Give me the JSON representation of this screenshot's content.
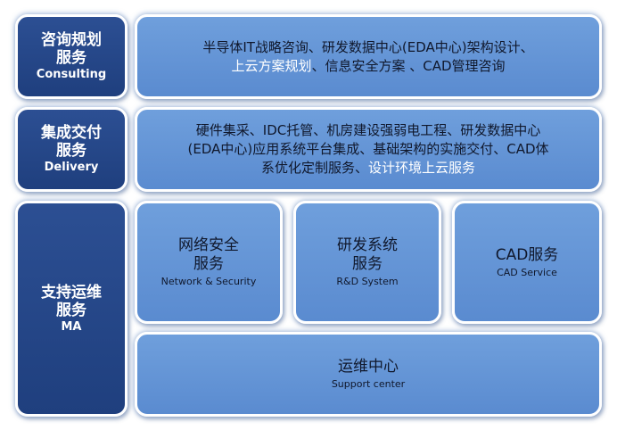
{
  "categories": [
    {
      "title_cn_line1": "咨询规划",
      "title_cn_line2": "服务",
      "title_en": "Consulting"
    },
    {
      "title_cn_line1": "集成交付",
      "title_cn_line2": "服务",
      "title_en": "Delivery"
    },
    {
      "title_cn_line1": "支持运维",
      "title_cn_line2": "服务",
      "title_en": "MA"
    }
  ],
  "consulting_desc": {
    "line1": "半导体IT战略咨询、研发数据中心(EDA中心)架构设计、",
    "line2_highlight": "上云方案规划",
    "line2_rest": "、信息安全方案 、CAD管理咨询"
  },
  "delivery_desc": {
    "line1": "硬件集采、IDC托管、机房建设强弱电工程、研发数据中心",
    "line2": "(EDA中心)应用系统平台集成、基础架构的实施交付、CAD体",
    "line3_main": "系优化定制服务、",
    "line3_highlight": "设计环境上云服务"
  },
  "services": [
    {
      "name_cn_line1": "网络安全",
      "name_cn_line2": "服务",
      "name_en": "Network & Security"
    },
    {
      "name_cn_line1": "研发系统",
      "name_cn_line2": "服务",
      "name_en": "R&D System"
    },
    {
      "name_cn_line1": "CAD服务",
      "name_cn_line2": "",
      "name_en": "CAD Service"
    },
    {
      "name_cn_line1": "运维中心",
      "name_cn_line2": "",
      "name_en": "Support center"
    }
  ]
}
